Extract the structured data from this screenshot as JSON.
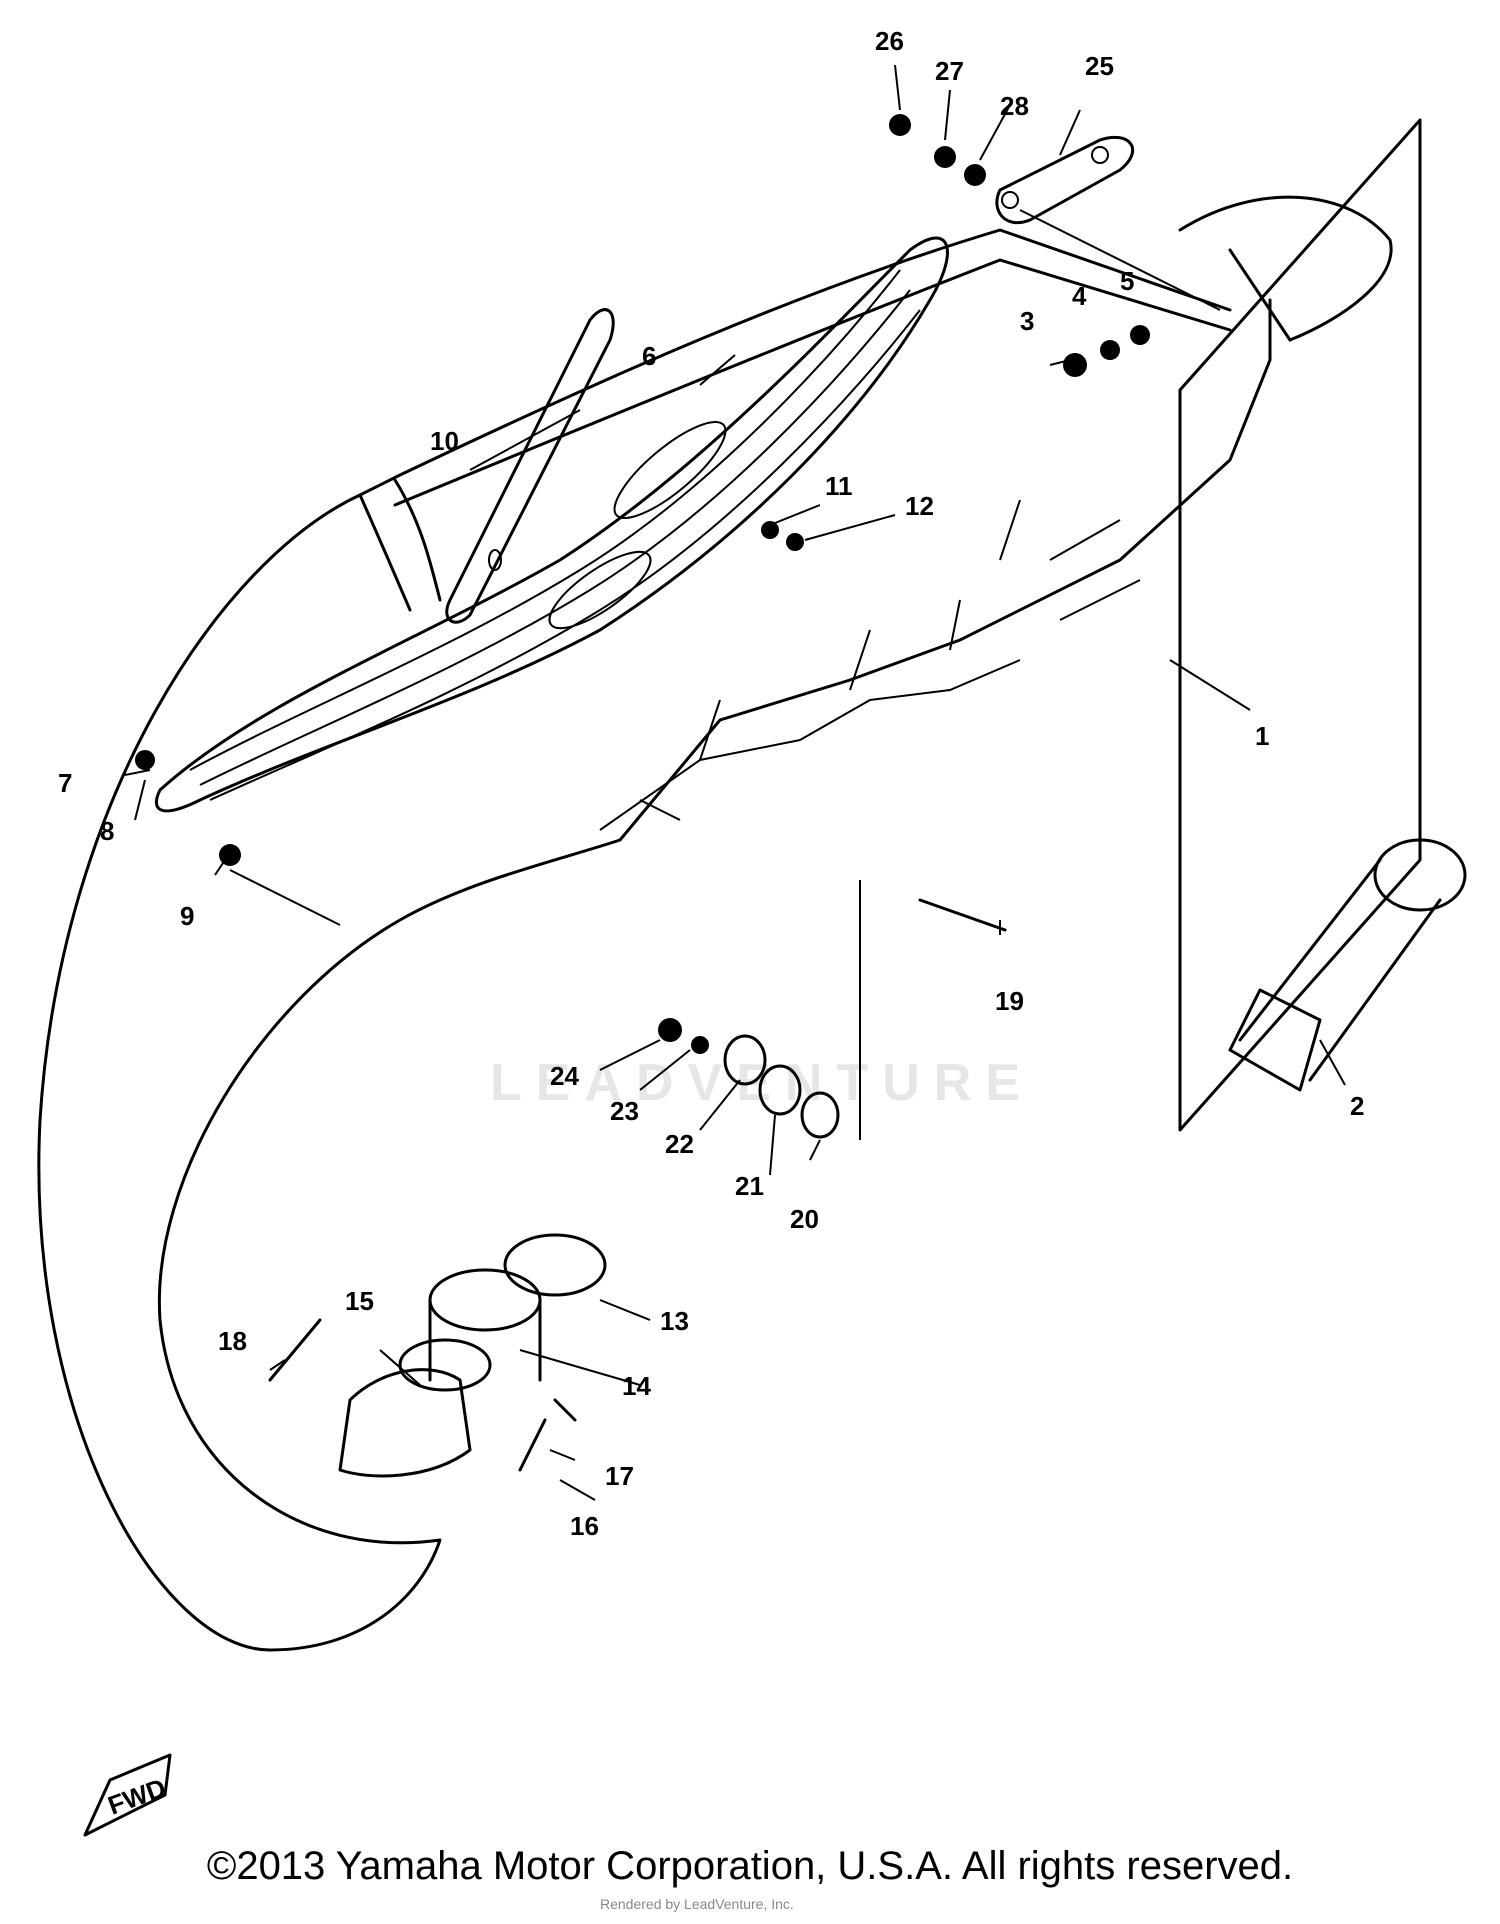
{
  "diagram": {
    "parts": [
      {
        "label": "1"
      },
      {
        "label": "2"
      },
      {
        "label": "3"
      },
      {
        "label": "4"
      },
      {
        "label": "5"
      },
      {
        "label": "6"
      },
      {
        "label": "7"
      },
      {
        "label": "8"
      },
      {
        "label": "9"
      },
      {
        "label": "10"
      },
      {
        "label": "11"
      },
      {
        "label": "12"
      },
      {
        "label": "13"
      },
      {
        "label": "14"
      },
      {
        "label": "15"
      },
      {
        "label": "16"
      },
      {
        "label": "17"
      },
      {
        "label": "18"
      },
      {
        "label": "19"
      },
      {
        "label": "20"
      },
      {
        "label": "21"
      },
      {
        "label": "22"
      },
      {
        "label": "23"
      },
      {
        "label": "24"
      },
      {
        "label": "25"
      },
      {
        "label": "26"
      },
      {
        "label": "27"
      },
      {
        "label": "28"
      }
    ],
    "direction_arrow": "FWD",
    "watermark": "LEADVENTURE"
  },
  "footer": {
    "copyright": "©2013 Yamaha Motor Corporation, U.S.A. All rights reserved.",
    "credit": "Rendered by LeadVenture, Inc."
  }
}
